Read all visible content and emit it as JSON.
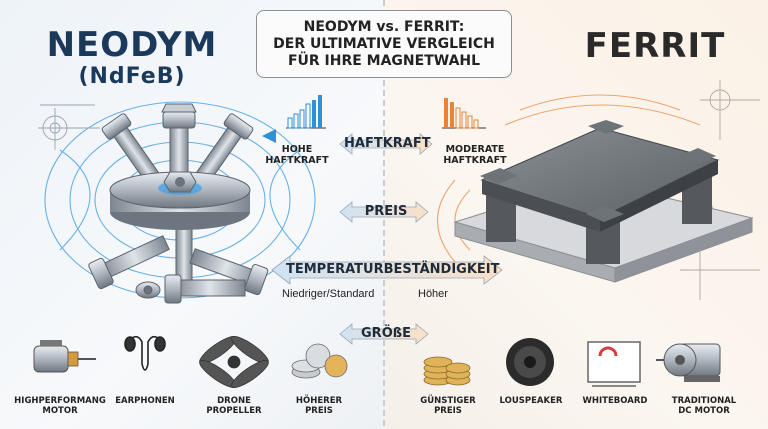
{
  "header": {
    "left_title": "NEODYM",
    "left_subtitle": "(NdFeB)",
    "right_title": "FERRIT",
    "center_line1": "NEODYM vs. FERRIT:",
    "center_line2": "DER ULTIMATIVE VERGLEICH",
    "center_line3": "FÜR IHRE MAGNETWAHL"
  },
  "comparison": {
    "force_left_line1": "HOHE",
    "force_left_line2": "HAFTKRAFT",
    "force_center": "HAFTKRAFT",
    "force_right_line1": "MODERATE",
    "force_right_line2": "HAFTKRAFT",
    "price_center": "PREIS",
    "temp_center": "TEMPERATURBESTÄNDIGKEIT",
    "temp_left": "Niedriger/Standard",
    "temp_right": "Höher",
    "size_center": "GRÖßE"
  },
  "icons_left": [
    {
      "icon": "motor-icon",
      "line1": "HIGHPERFORMANG",
      "line2": "MOTOR"
    },
    {
      "icon": "earphones-icon",
      "line1": "EARPHONEN",
      "line2": ""
    },
    {
      "icon": "propeller-icon",
      "line1": "DRONE",
      "line2": "PROPELLER"
    },
    {
      "icon": "coins-icon",
      "line1": "HÖHERER",
      "line2": "PREIS"
    }
  ],
  "icons_right": [
    {
      "icon": "coins-stack-icon",
      "line1": "GÜNSTIGER",
      "line2": "PREIS"
    },
    {
      "icon": "loudspeaker-icon",
      "line1": "LOUSPEAKER",
      "line2": ""
    },
    {
      "icon": "whiteboard-icon",
      "line1": "WHITEBOARD",
      "line2": ""
    },
    {
      "icon": "dc-motor-icon",
      "line1": "TRADITIONAL",
      "line2": "DC MOTOR"
    }
  ],
  "colors": {
    "neodym_blue": "#1b3a5b",
    "field_blue": "#2f8fd8",
    "ferrit_orange": "#e8833a",
    "steel": "#9aa3ad"
  }
}
